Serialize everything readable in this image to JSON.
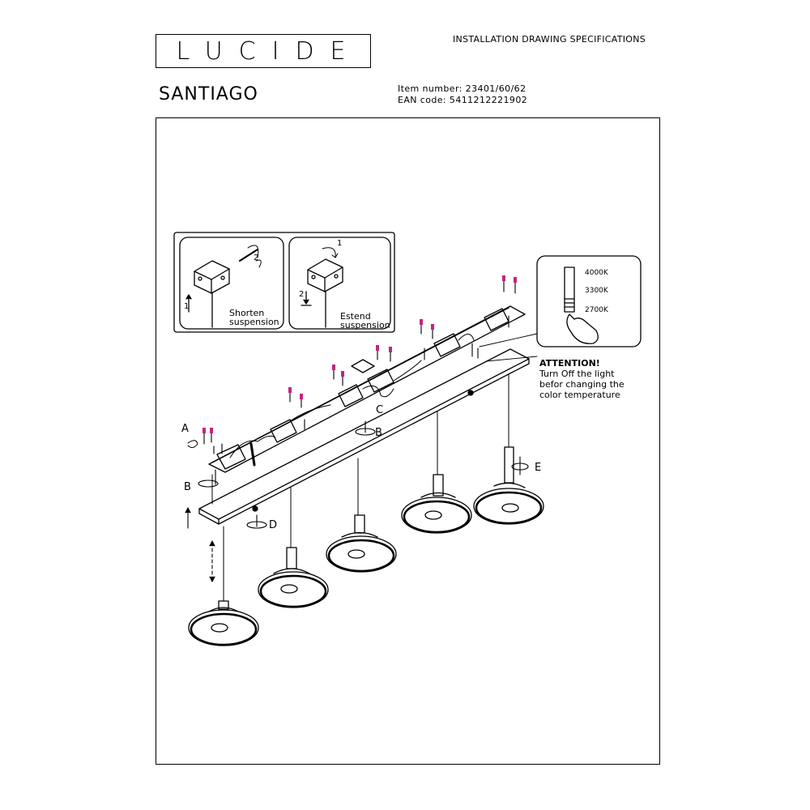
{
  "header": {
    "brand": "LUCIDE",
    "spec_title": "INSTALLATION DRAWING SPECIFICATIONS",
    "product_name": "SANTIAGO",
    "item_number": "Item number: 23401/60/62",
    "ean_code": "EAN code: 5411212221902"
  },
  "inset_left": {
    "label_line1": "Shorten",
    "label_line2": "suspension",
    "step1": "1",
    "step2": "2"
  },
  "inset_right": {
    "label_line1": "Estend",
    "label_line2": "suspension",
    "step1": "1",
    "step2": "2"
  },
  "temperature": {
    "options": [
      "4000K",
      "3300K",
      "2700K"
    ]
  },
  "attention": {
    "title": "ATTENTION!",
    "line1": "Turn Off the light",
    "line2": "befor changing the",
    "line3": "color temperature"
  },
  "callouts": {
    "a": "A",
    "b1": "B",
    "b2": "B",
    "c": "C",
    "d": "D",
    "e": "E"
  }
}
